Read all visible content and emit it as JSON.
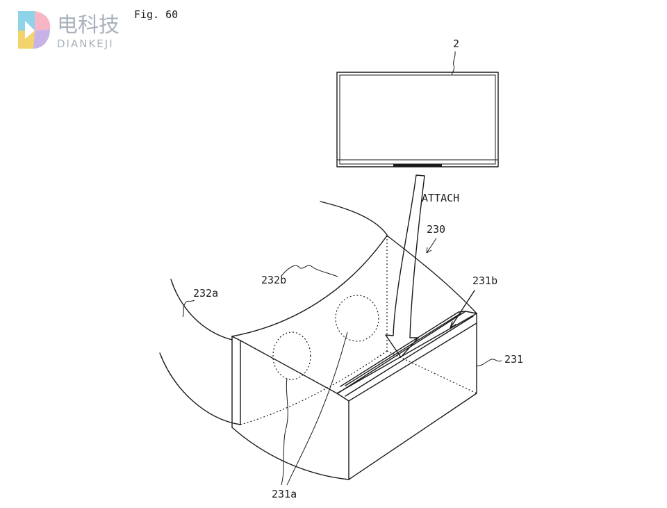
{
  "logo": {
    "chinese": "电科技",
    "english": "DIANKEJI"
  },
  "figure_label": "Fig. 60",
  "annotations": {
    "device": "2",
    "attach": "ATTACH",
    "goggles": "230",
    "slot": "231b",
    "box": "231",
    "band_upper": "232b",
    "band_lower": "232a",
    "lenses": "231a"
  }
}
